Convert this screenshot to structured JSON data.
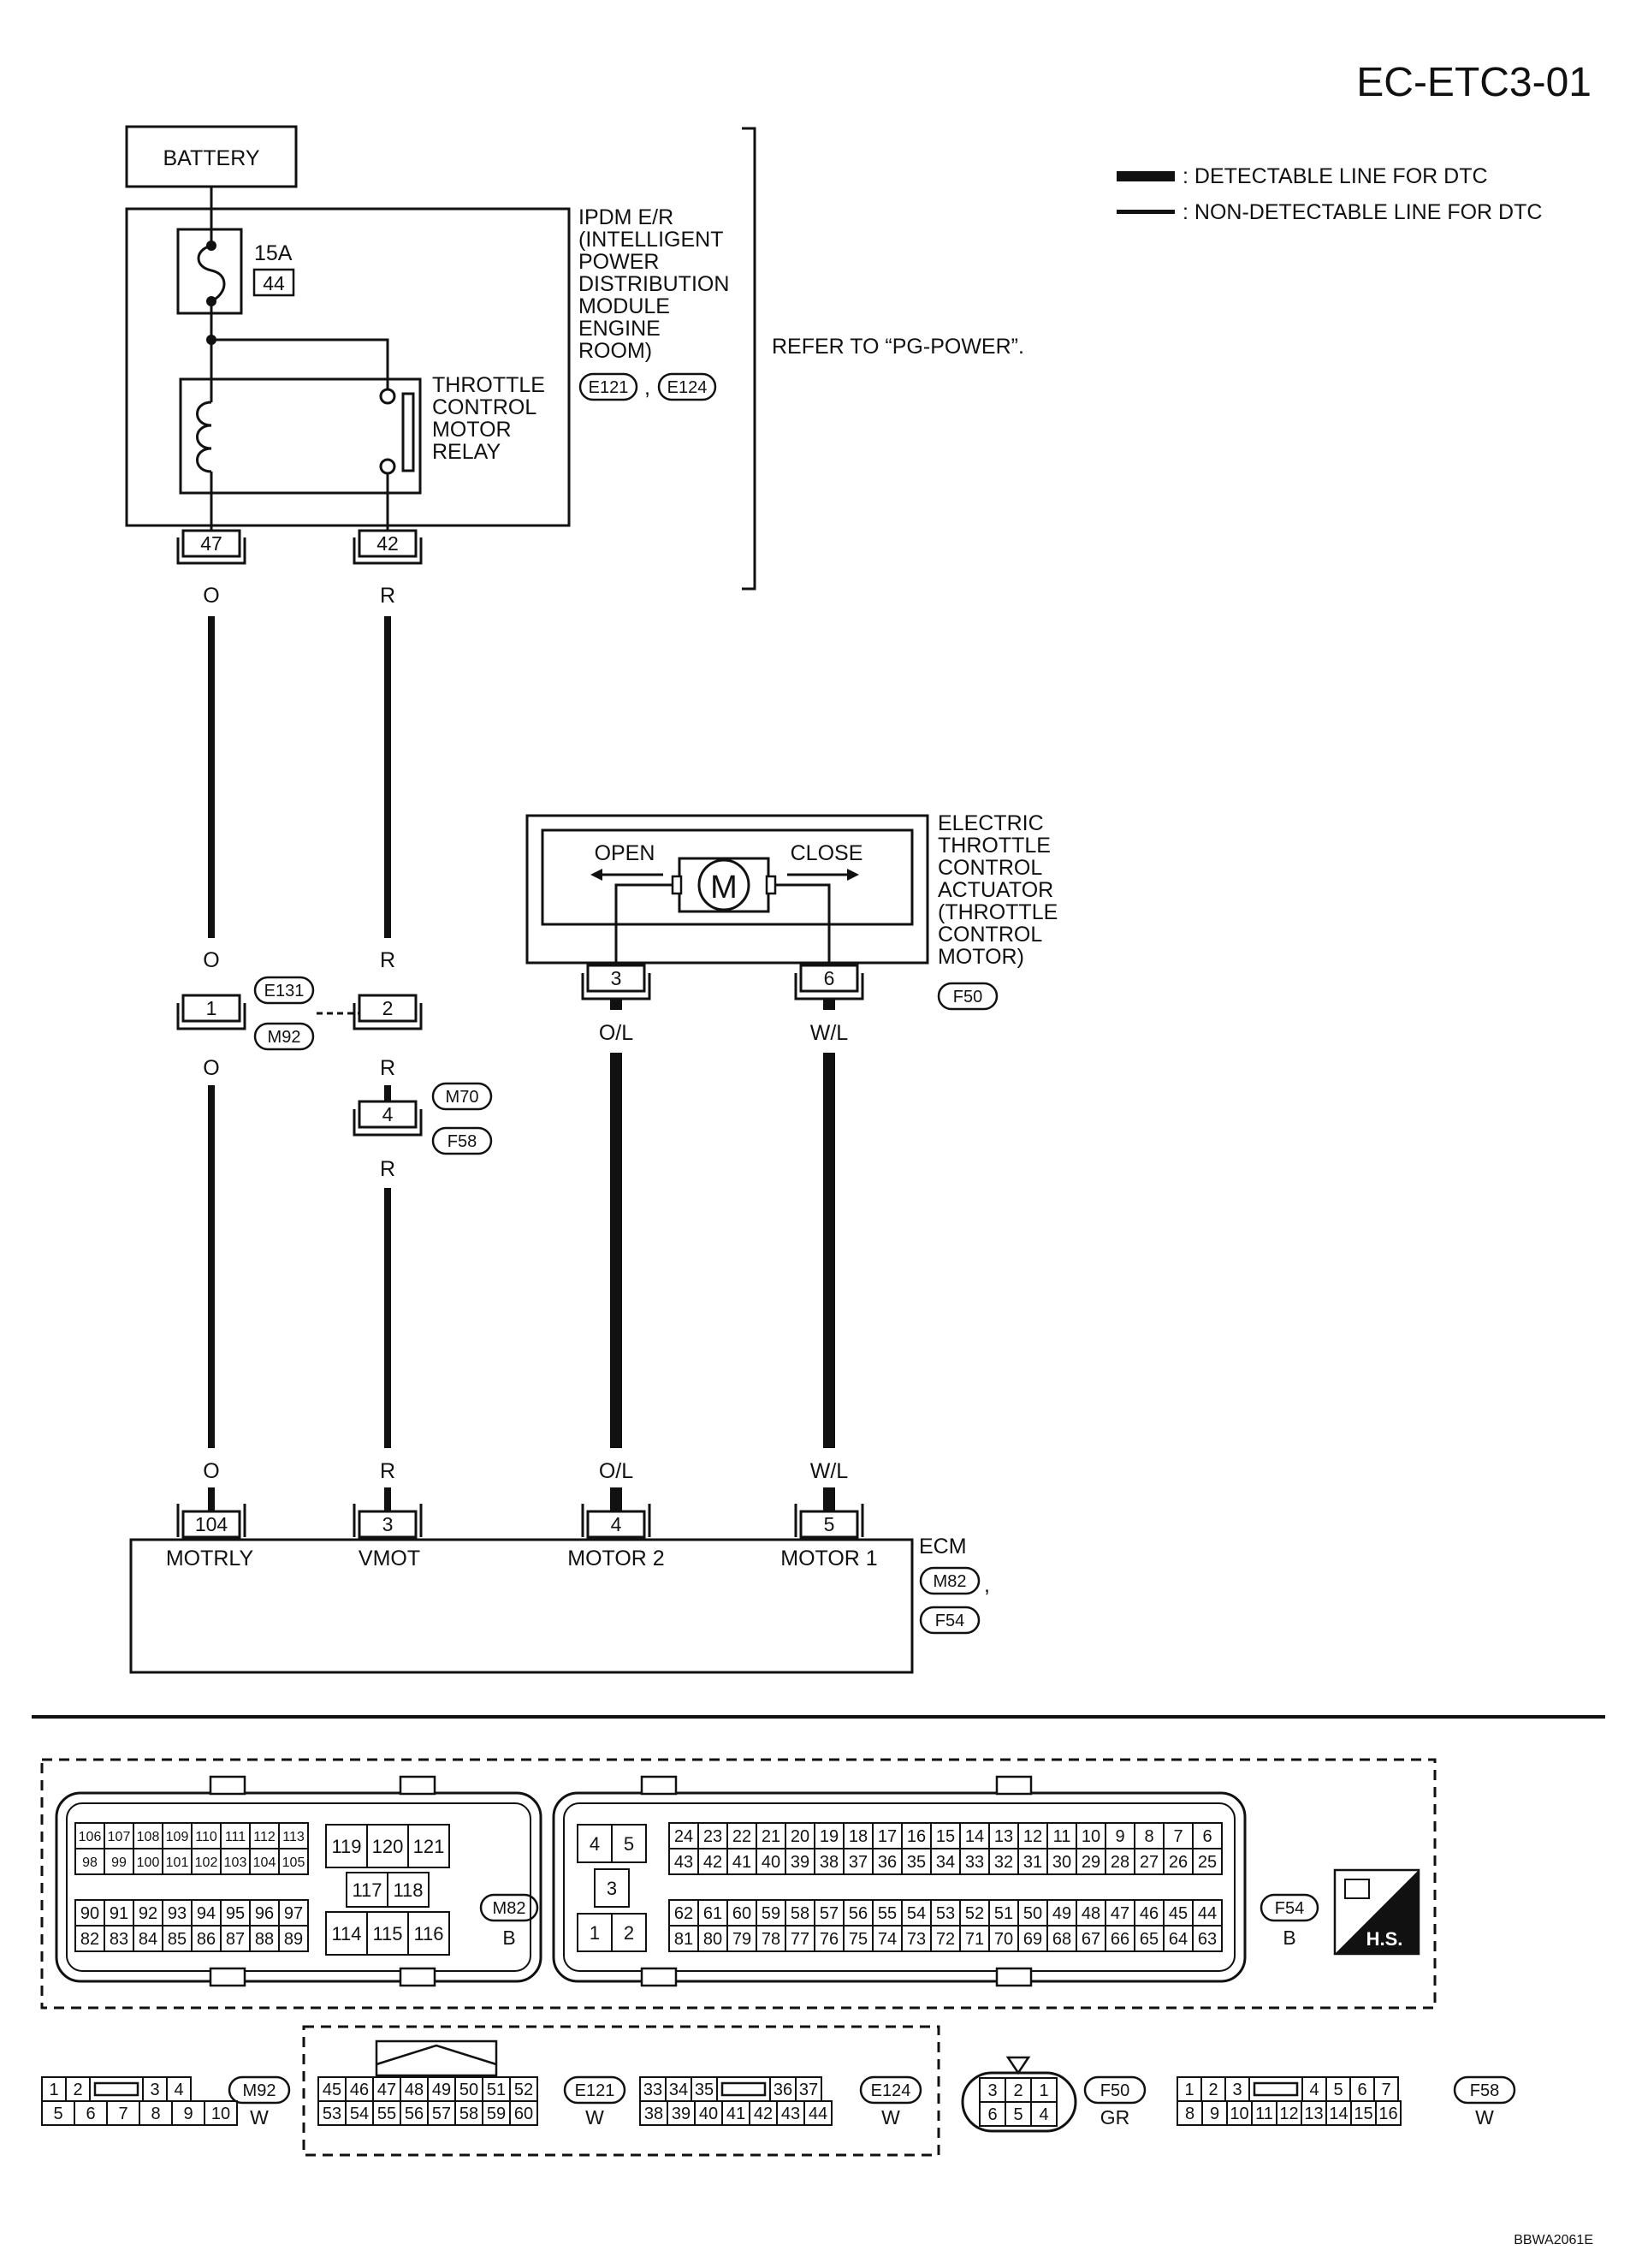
{
  "page_code": "EC-ETC3-01",
  "figure_code": "BBWA2061E",
  "legend": {
    "detectable": ": DETECTABLE LINE FOR DTC",
    "non_detectable": ": NON-DETECTABLE LINE FOR DTC"
  },
  "battery": "BATTERY",
  "ipdm": {
    "lines": [
      "IPDM E/R",
      "(INTELLIGENT",
      "POWER",
      "DISTRIBUTION",
      "MODULE",
      "ENGINE",
      "ROOM)"
    ],
    "connectors": [
      "E121",
      "E124"
    ],
    "fuse_rating": "15A",
    "fuse_number": "44",
    "relay_lines": [
      "THROTTLE",
      "CONTROL",
      "MOTOR",
      "RELAY"
    ],
    "terminals": [
      "47",
      "42"
    ]
  },
  "refer": "REFER TO “PG-POWER”.",
  "actuator": {
    "lines": [
      "ELECTRIC",
      "THROTTLE",
      "CONTROL",
      "ACTUATOR",
      "(THROTTLE",
      "CONTROL",
      "MOTOR)"
    ],
    "connector": "F50",
    "open": "OPEN",
    "close": "CLOSE",
    "motor": "M",
    "terminals": [
      "3",
      "6"
    ]
  },
  "wires": {
    "o": "O",
    "r": "R",
    "ol": "O/L",
    "wl": "W/L"
  },
  "joint_e131": {
    "connectors": [
      "E131",
      "M92"
    ],
    "terminals": [
      "1",
      "2"
    ]
  },
  "joint_m70": {
    "connectors": [
      "M70",
      "F58"
    ],
    "terminal": "4"
  },
  "ecm": {
    "title": "ECM",
    "connectors": [
      "M82",
      "F54"
    ],
    "terminals": [
      "104",
      "3",
      "4",
      "5"
    ],
    "pins": [
      "MOTRLY",
      "VMOT",
      "MOTOR 2",
      "MOTOR 1"
    ]
  },
  "face_m82": {
    "id": "M82",
    "color": "B",
    "rows": [
      [
        "106",
        "107",
        "108",
        "109",
        "110",
        "111",
        "112",
        "113"
      ],
      [
        "98",
        "99",
        "100",
        "101",
        "102",
        "103",
        "104",
        "105"
      ],
      [
        "90",
        "91",
        "92",
        "93",
        "94",
        "95",
        "96",
        "97"
      ],
      [
        "82",
        "83",
        "84",
        "85",
        "86",
        "87",
        "88",
        "89"
      ]
    ],
    "center_top": [
      "119",
      "120",
      "121"
    ],
    "center_mid": [
      "117",
      "118"
    ],
    "center_bot": [
      "114",
      "115",
      "116"
    ]
  },
  "face_f54": {
    "id": "F54",
    "color": "B",
    "left_top": [
      "4",
      "5"
    ],
    "left_mid": "3",
    "left_bot": [
      "1",
      "2"
    ],
    "rows": [
      [
        "24",
        "23",
        "22",
        "21",
        "20",
        "19",
        "18",
        "17",
        "16",
        "15",
        "14",
        "13",
        "12",
        "11",
        "10",
        "9",
        "8",
        "7",
        "6"
      ],
      [
        "43",
        "42",
        "41",
        "40",
        "39",
        "38",
        "37",
        "36",
        "35",
        "34",
        "33",
        "32",
        "31",
        "30",
        "29",
        "28",
        "27",
        "26",
        "25"
      ],
      [
        "62",
        "61",
        "60",
        "59",
        "58",
        "57",
        "56",
        "55",
        "54",
        "53",
        "52",
        "51",
        "50",
        "49",
        "48",
        "47",
        "46",
        "45",
        "44"
      ],
      [
        "81",
        "80",
        "79",
        "78",
        "77",
        "76",
        "75",
        "74",
        "73",
        "72",
        "71",
        "70",
        "69",
        "68",
        "67",
        "66",
        "65",
        "64",
        "63"
      ]
    ],
    "badge": "H.S."
  },
  "face_m92": {
    "id": "M92",
    "color": "W",
    "top": [
      "1",
      "2",
      "",
      "3",
      "4"
    ],
    "bottom": [
      "5",
      "6",
      "7",
      "8",
      "9",
      "10"
    ]
  },
  "face_e121": {
    "id": "E121",
    "color": "W",
    "top": [
      "45",
      "46",
      "47",
      "48",
      "49",
      "50",
      "51",
      "52"
    ],
    "bottom": [
      "53",
      "54",
      "55",
      "56",
      "57",
      "58",
      "59",
      "60"
    ]
  },
  "face_e124": {
    "id": "E124",
    "color": "W",
    "top": [
      "33",
      "34",
      "35",
      "",
      "36",
      "37"
    ],
    "bottom": [
      "38",
      "39",
      "40",
      "41",
      "42",
      "43",
      "44"
    ]
  },
  "face_f50": {
    "id": "F50",
    "color": "GR",
    "top": [
      "3",
      "2",
      "1"
    ],
    "bottom": [
      "6",
      "5",
      "4"
    ]
  },
  "face_f58": {
    "id": "F58",
    "color": "W",
    "top": [
      "1",
      "2",
      "3",
      "",
      "4",
      "5",
      "6",
      "7"
    ],
    "bottom": [
      "8",
      "9",
      "10",
      "11",
      "12",
      "13",
      "14",
      "15",
      "16"
    ]
  }
}
